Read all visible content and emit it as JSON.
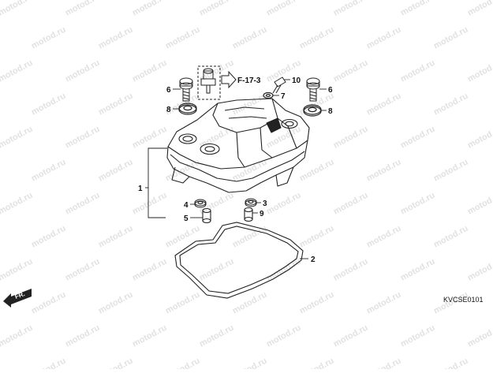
{
  "watermark": "motod.ru",
  "diagram_code": "KVCSE0101",
  "front_arrow_label": "FR.",
  "reference": {
    "label": "F-17-3"
  },
  "callouts": {
    "c1": "1",
    "c2": "2",
    "c3": "3",
    "c4": "4",
    "c5": "5",
    "c6a": "6",
    "c6b": "6",
    "c7": "7",
    "c8a": "8",
    "c8b": "8",
    "c9": "9",
    "c10": "10"
  },
  "colors": {
    "line": "#222222",
    "watermark": "#c9c9c9"
  }
}
